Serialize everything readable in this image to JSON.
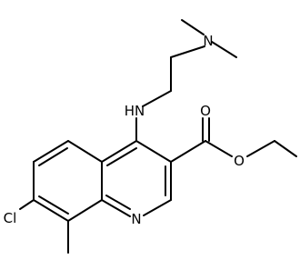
{
  "molecule": {
    "atoms": {
      "n_dimethyl": "N",
      "nh": "HN",
      "o_carbonyl": "O",
      "o_ester": "O",
      "cl": "Cl",
      "n_ring": "N"
    }
  },
  "colors": {
    "bond": "#000000",
    "label": "#000000",
    "background": "#ffffff"
  }
}
